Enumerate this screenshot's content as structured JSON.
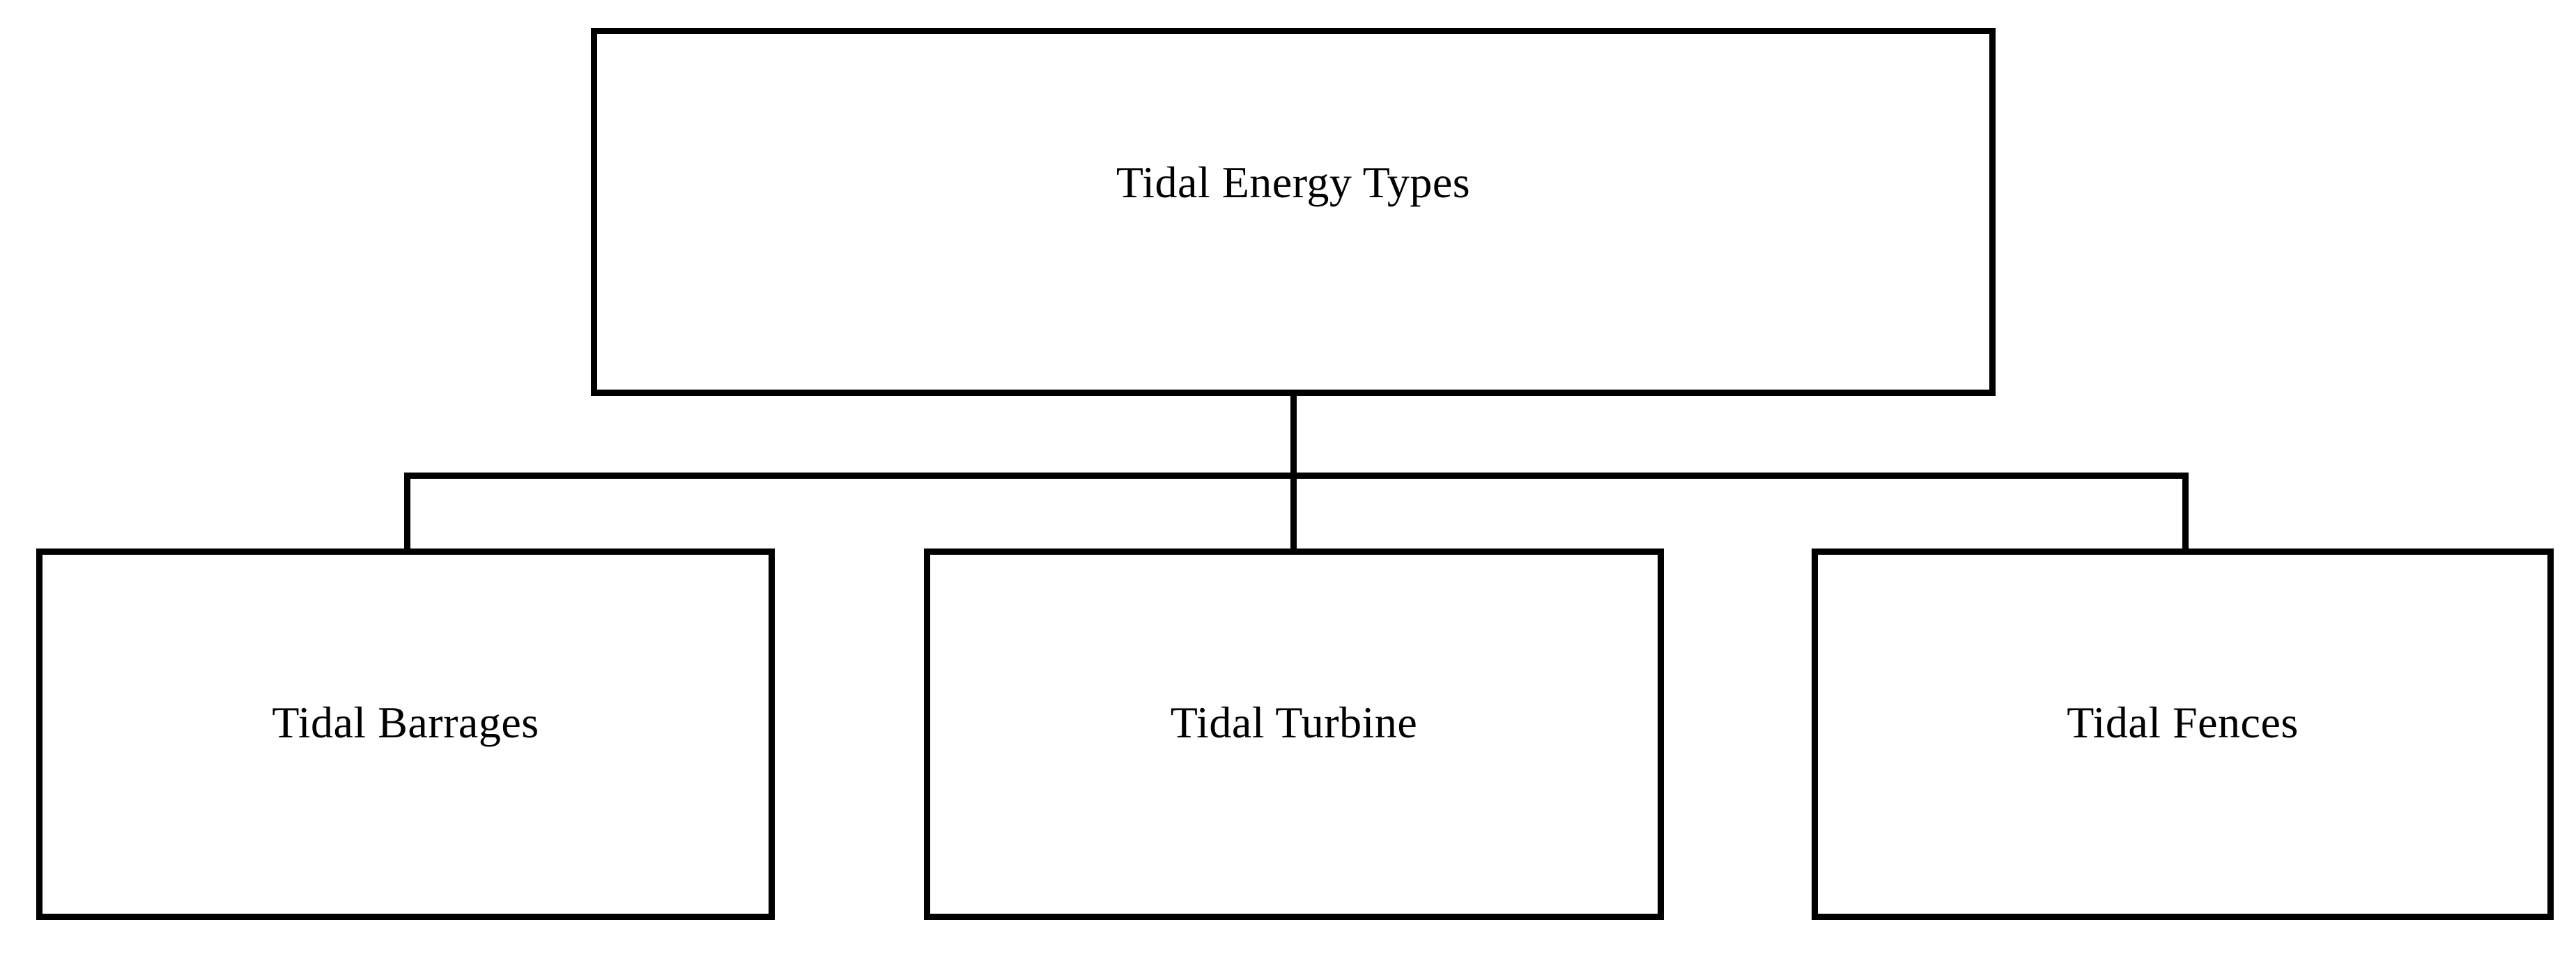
{
  "diagram": {
    "type": "hierarchy-tree",
    "orientation": "top-down",
    "background_color": "#ffffff",
    "line_color": "#000000",
    "text_color": "#000000",
    "root": {
      "label": "Tidal Energy Types"
    },
    "children": [
      {
        "label": "Tidal Barrages"
      },
      {
        "label": "Tidal Turbine"
      },
      {
        "label": "Tidal Fences"
      }
    ]
  }
}
